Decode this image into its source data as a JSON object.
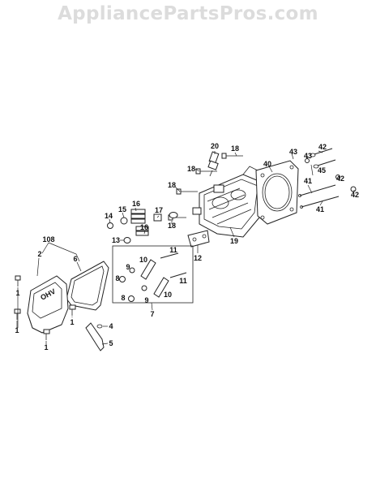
{
  "watermark": "AppliancePartsPros.com",
  "engraving": "OHV",
  "callouts": [
    {
      "id": "c20",
      "text": "20"
    },
    {
      "id": "c18a",
      "text": "18"
    },
    {
      "id": "c18b",
      "text": "18"
    },
    {
      "id": "c18c",
      "text": "18"
    },
    {
      "id": "c18d",
      "text": "18"
    },
    {
      "id": "c40",
      "text": "40"
    },
    {
      "id": "c43a",
      "text": "43"
    },
    {
      "id": "c43b",
      "text": "43"
    },
    {
      "id": "c42a",
      "text": "42"
    },
    {
      "id": "c42b",
      "text": "42"
    },
    {
      "id": "c42c",
      "text": "42"
    },
    {
      "id": "c45",
      "text": "45"
    },
    {
      "id": "c41a",
      "text": "41"
    },
    {
      "id": "c41b",
      "text": "41"
    },
    {
      "id": "c16a",
      "text": "16"
    },
    {
      "id": "c16b",
      "text": "16"
    },
    {
      "id": "c15",
      "text": "15"
    },
    {
      "id": "c14",
      "text": "14"
    },
    {
      "id": "c17",
      "text": "17"
    },
    {
      "id": "c13",
      "text": "13"
    },
    {
      "id": "c19",
      "text": "19"
    },
    {
      "id": "c12",
      "text": "12"
    },
    {
      "id": "c108",
      "text": "108"
    },
    {
      "id": "c2",
      "text": "2"
    },
    {
      "id": "c6",
      "text": "6"
    },
    {
      "id": "c9a",
      "text": "9"
    },
    {
      "id": "c9b",
      "text": "9"
    },
    {
      "id": "c10a",
      "text": "10"
    },
    {
      "id": "c10b",
      "text": "10"
    },
    {
      "id": "c11a",
      "text": "11"
    },
    {
      "id": "c11b",
      "text": "11"
    },
    {
      "id": "c8a",
      "text": "8"
    },
    {
      "id": "c8b",
      "text": "8"
    },
    {
      "id": "c7",
      "text": "7"
    },
    {
      "id": "c1a",
      "text": "1"
    },
    {
      "id": "c1b",
      "text": "1"
    },
    {
      "id": "c1c",
      "text": "1"
    },
    {
      "id": "c1d",
      "text": "1"
    },
    {
      "id": "c4",
      "text": "4"
    },
    {
      "id": "c5",
      "text": "5"
    }
  ]
}
